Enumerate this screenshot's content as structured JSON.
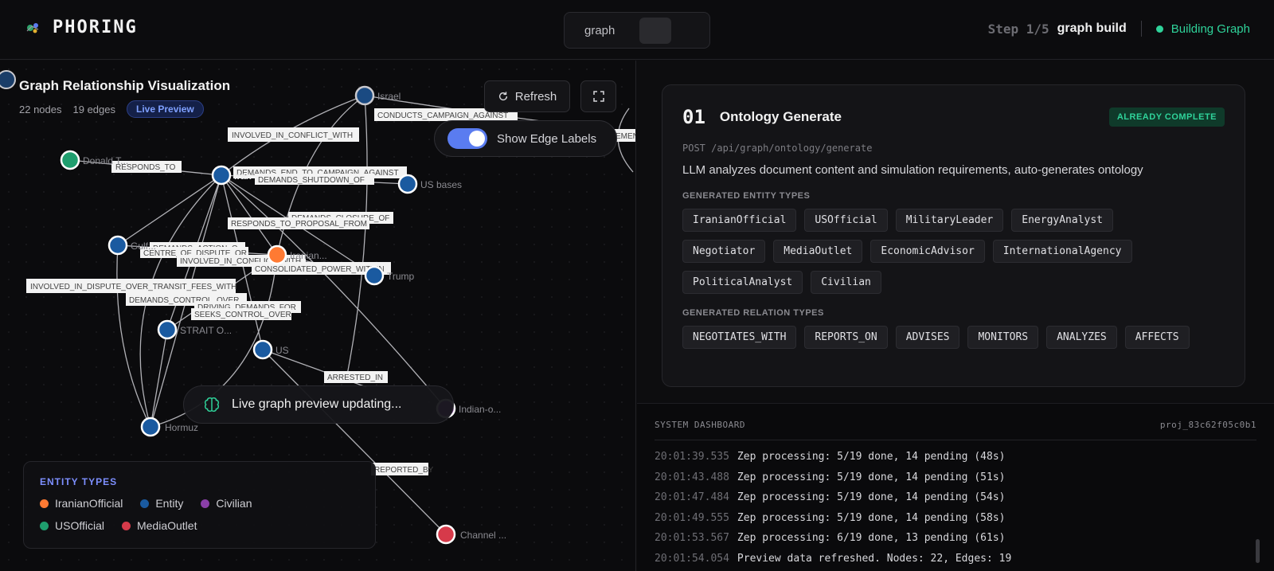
{
  "header": {
    "brand": "PHORING",
    "view_label": "graph",
    "step": "Step 1/5",
    "step_name": "graph build",
    "status": "Building Graph"
  },
  "graph_panel": {
    "title": "Graph Relationship Visualization",
    "nodes_count": "22 nodes",
    "edges_count": "19 edges",
    "live_badge": "Live Preview",
    "refresh_label": "Refresh",
    "edge_toggle_label": "Show Edge Labels",
    "preview_text": "Live graph preview updating...",
    "legend_title": "ENTITY TYPES",
    "legend": [
      {
        "name": "IranianOfficial",
        "color": "#ff7a33"
      },
      {
        "name": "Entity",
        "color": "#1a5aa0"
      },
      {
        "name": "Civilian",
        "color": "#8a3fa8"
      },
      {
        "name": "USOfficial",
        "color": "#1f9e6e"
      },
      {
        "name": "MediaOutlet",
        "color": "#d63a4a"
      }
    ],
    "node_labels": [
      "Israel",
      "Donald T...",
      "Iran",
      "US bases",
      "Gulf...",
      "Iranian...",
      "Trump",
      "STRAIT O...",
      "US",
      "Indian-o...",
      "Hormuz",
      "Channel ..."
    ],
    "edge_labels": [
      "CONDUCTS_CAMPAIGN_AGAINST",
      "INVOLVED_IN_CONFLICT_WITH",
      "RESPONDS_TO",
      "DEMANDS_END_TO_CAMPAIGN_AGAINST",
      "DEMANDS_SHUTDOWN_OF",
      "DEMANDS_CLOSURE_OF",
      "RESPONDS_TO_PROPOSAL_FROM",
      "DEMANDS_ACTION_O...",
      "CENTRE_OF_DISPUTE_OR",
      "INVOLVED_IN_CONFLICT_WITH",
      "CONSOLIDATED_POWER_WITHIN",
      "INVOLVED_IN_DISPUTE_OVER_TRANSIT_FEES_WITH",
      "DEMANDS_CONTROL_OVER",
      "DRIVING_DEMANDS_FOR",
      "SEEKS_CONTROL_OVER",
      "ARRESTED_IN",
      "REPORTED_BY",
      "EMEN..."
    ]
  },
  "ontology": {
    "number": "01",
    "title": "Ontology Generate",
    "badge": "ALREADY COMPLETE",
    "endpoint": "POST /api/graph/ontology/generate",
    "description": "LLM analyzes document content and simulation requirements, auto-generates ontology",
    "entity_label": "GENERATED ENTITY TYPES",
    "entity_types": [
      "IranianOfficial",
      "USOfficial",
      "MilitaryLeader",
      "EnergyAnalyst",
      "Negotiator",
      "MediaOutlet",
      "EconomicAdvisor",
      "InternationalAgency",
      "PoliticalAnalyst",
      "Civilian"
    ],
    "relation_label": "GENERATED RELATION TYPES",
    "relation_types": [
      "NEGOTIATES_WITH",
      "REPORTS_ON",
      "ADVISES",
      "MONITORS",
      "ANALYZES",
      "AFFECTS"
    ]
  },
  "dashboard": {
    "title": "SYSTEM DASHBOARD",
    "project_id": "proj_83c62f05c0b1",
    "logs": [
      {
        "time": "20:01:39.535",
        "msg": "Zep processing: 5/19 done, 14 pending (48s)"
      },
      {
        "time": "20:01:43.488",
        "msg": "Zep processing: 5/19 done, 14 pending (51s)"
      },
      {
        "time": "20:01:47.484",
        "msg": "Zep processing: 5/19 done, 14 pending (54s)"
      },
      {
        "time": "20:01:49.555",
        "msg": "Zep processing: 5/19 done, 14 pending (58s)"
      },
      {
        "time": "20:01:53.567",
        "msg": "Zep processing: 6/19 done, 13 pending (61s)"
      },
      {
        "time": "20:01:54.054",
        "msg": "Preview data refreshed. Nodes: 22, Edges: 19"
      }
    ]
  }
}
